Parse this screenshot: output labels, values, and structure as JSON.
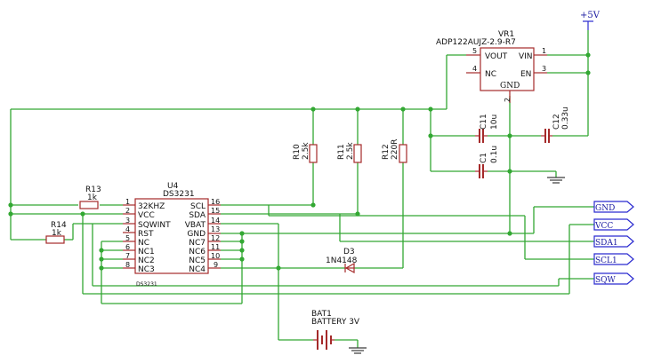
{
  "supply": {
    "label": "+5V",
    "color": "#2a2ad0"
  },
  "regulator": {
    "ref": "VR1",
    "value": "ADP122AUJZ-2.9-R7",
    "pins": {
      "vout": "VOUT",
      "vin": "VIN",
      "nc": "NC",
      "en": "EN",
      "gnd": "GND"
    },
    "pin_numbers": {
      "vout": "5",
      "vin": "1",
      "nc": "4",
      "en": "3",
      "gnd": "2"
    }
  },
  "capacitors": [
    {
      "ref": "C11",
      "value": "10u"
    },
    {
      "ref": "C12",
      "value": "0.33u"
    },
    {
      "ref": "C1",
      "value": "0.1u"
    }
  ],
  "resistors": [
    {
      "ref": "R10",
      "value": "2.5k"
    },
    {
      "ref": "R11",
      "value": "2.5k"
    },
    {
      "ref": "R12",
      "value": "220R"
    },
    {
      "ref": "R13",
      "value": "1k"
    },
    {
      "ref": "R14",
      "value": "1k"
    }
  ],
  "ic": {
    "ref": "U4",
    "value": "DS3231",
    "footer": "DS3231",
    "left_pins": [
      {
        "num": "1",
        "name": "32KHZ"
      },
      {
        "num": "2",
        "name": "VCC"
      },
      {
        "num": "3",
        "name": "SQWINT"
      },
      {
        "num": "4",
        "name": "RST"
      },
      {
        "num": "5",
        "name": "NC"
      },
      {
        "num": "6",
        "name": "NC1"
      },
      {
        "num": "7",
        "name": "NC2"
      },
      {
        "num": "8",
        "name": "NC3"
      }
    ],
    "right_pins": [
      {
        "num": "16",
        "name": "SCL"
      },
      {
        "num": "15",
        "name": "SDA"
      },
      {
        "num": "14",
        "name": "VBAT"
      },
      {
        "num": "13",
        "name": "GND"
      },
      {
        "num": "12",
        "name": "NC7"
      },
      {
        "num": "11",
        "name": "NC6"
      },
      {
        "num": "10",
        "name": "NC5"
      },
      {
        "num": "9",
        "name": "NC4"
      }
    ]
  },
  "diode": {
    "ref": "D3",
    "value": "1N4148"
  },
  "battery": {
    "ref": "BAT1",
    "value": "BATTERY 3V"
  },
  "ports": [
    {
      "label": "GND"
    },
    {
      "label": "VCC"
    },
    {
      "label": "SDA1"
    },
    {
      "label": "SCL1"
    },
    {
      "label": "SQW"
    }
  ],
  "colors": {
    "wire": "#33a833",
    "part": "#a52a2a",
    "port": "#2a2ad0"
  }
}
